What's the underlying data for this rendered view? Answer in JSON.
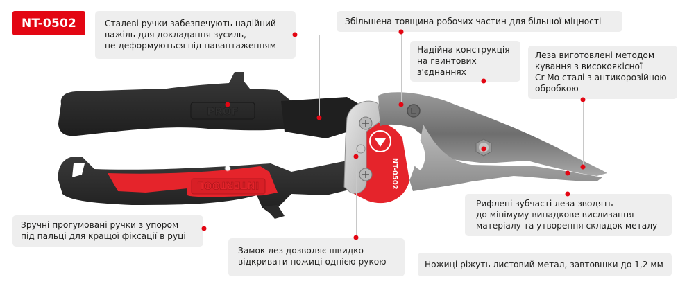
{
  "product": {
    "model_badge": "NT-0502",
    "image_alt": "aviation-snips",
    "grip_brand_text": "INTERTOOL",
    "handle_brand_text": "PROF",
    "label_model_text": "NT-0502",
    "label_side_text": "L"
  },
  "callouts": [
    {
      "id": "steel-handles",
      "text": "Сталеві ручки забезпечують надійний\nважіль для докладання зусиль,\nне деформуються під навантаженням"
    },
    {
      "id": "thickness",
      "text": "Збільшена товщина робочих частин для більшої міцності"
    },
    {
      "id": "screw-construction",
      "text": "Надійна конструкція\nна гвинтових\nз'єднаннях"
    },
    {
      "id": "forged-blades",
      "text": "Леза виготовлені методом\nкування з високоякісної\nCr-Mo сталі з антикорозійною\nобробкою"
    },
    {
      "id": "rubber-grips",
      "text": "Зручні прогумовані ручки з упором\nпід пальці для кращої фіксації в руці"
    },
    {
      "id": "blade-lock",
      "text": "Замок лез дозволяє швидко\nвідкривати ножиці однією рукою"
    },
    {
      "id": "serrated-blades",
      "text": "Рифлені зубчасті леза зводять\nдо мінімуму випадкове вислизання\nматеріалу та утворення складок металу"
    },
    {
      "id": "cut-capacity",
      "text": "Ножиці ріжуть листовий метал, завтовшки до 1,2 мм"
    }
  ],
  "colors": {
    "accent": "#e30613",
    "callout_bg": "#eeeeee",
    "leader_line": "#c8c8c8",
    "handle_black": "#2b2b2b",
    "grip_red": "#e5242b",
    "blade_gray": "#7a7a7a"
  }
}
